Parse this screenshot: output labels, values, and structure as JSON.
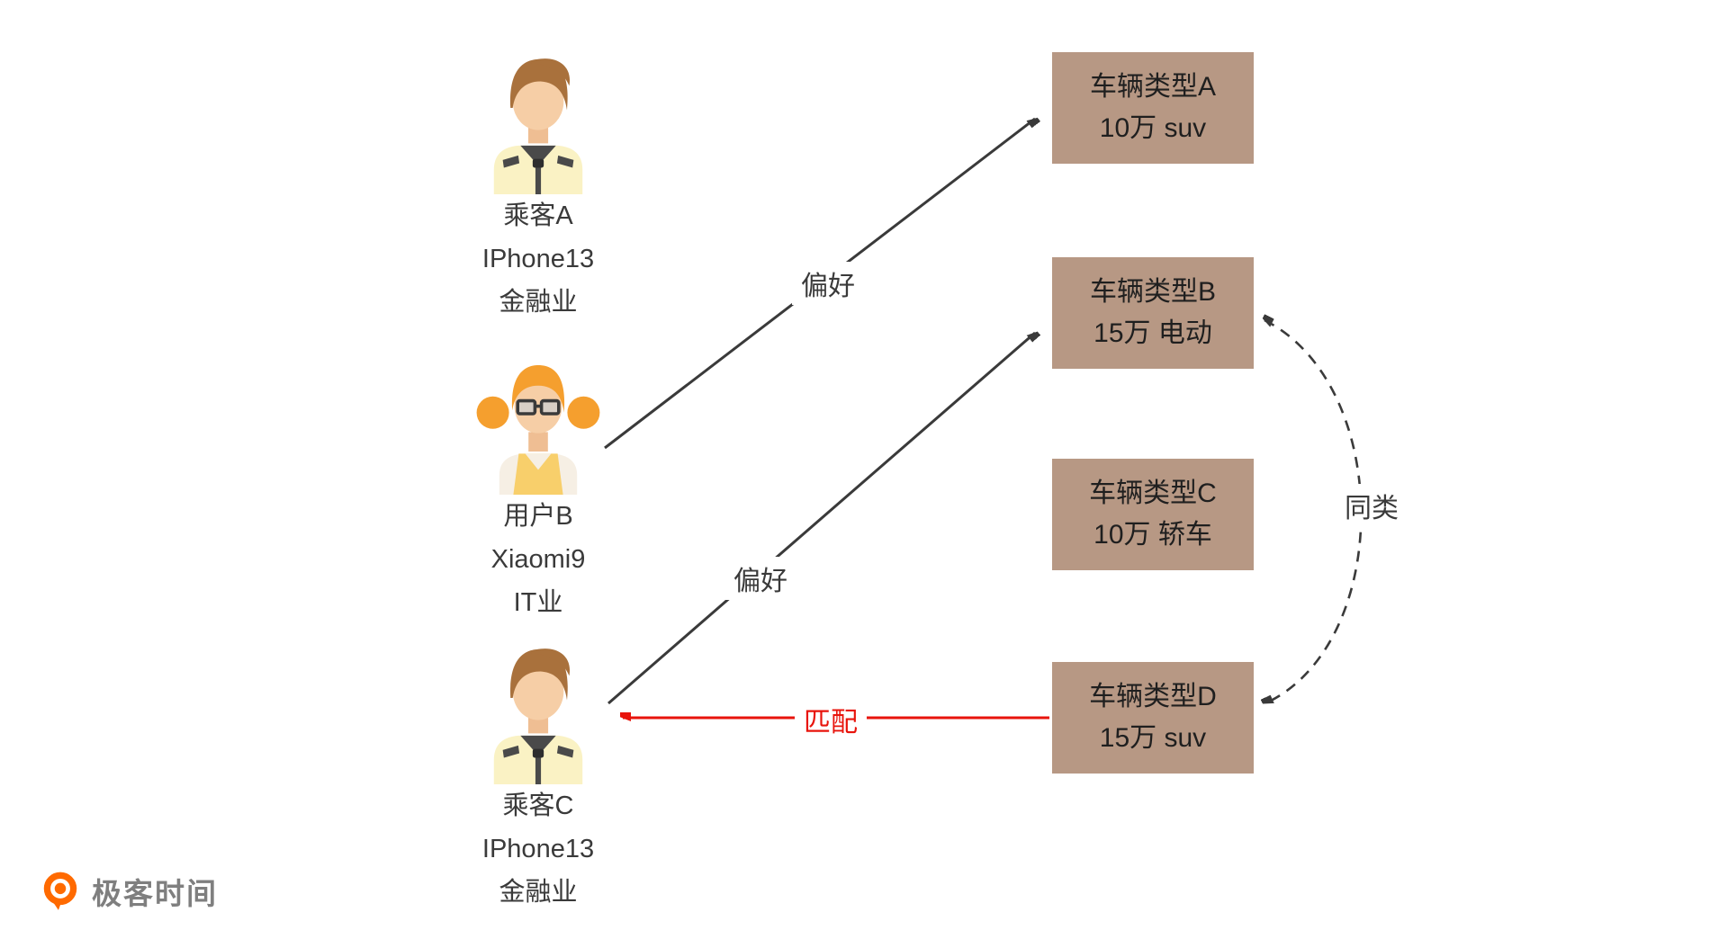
{
  "diagram": {
    "persons": [
      {
        "name": "乘客A",
        "device": "IPhone13",
        "industry": "金融业",
        "avatar": "male"
      },
      {
        "name": "用户B",
        "device": "Xiaomi9",
        "industry": "IT业",
        "avatar": "female"
      },
      {
        "name": "乘客C",
        "device": "IPhone13",
        "industry": "金融业",
        "avatar": "male"
      }
    ],
    "vehicles": [
      {
        "title": "车辆类型A",
        "detail": "10万 suv"
      },
      {
        "title": "车辆类型B",
        "detail": "15万 电动"
      },
      {
        "title": "车辆类型C",
        "detail": "10万 轿车"
      },
      {
        "title": "车辆类型D",
        "detail": "15万 suv"
      }
    ],
    "labels": {
      "preference": "偏好",
      "match": "匹配",
      "same_type": "同类"
    }
  },
  "logo": {
    "text": "极客时间"
  },
  "colors": {
    "vehicle_box_bg": "#b79884",
    "arrow": "#3a3a3a",
    "match_arrow": "#e8140c",
    "logo_orange": "#ff6a00",
    "hair_male": "#a9713c",
    "hair_female": "#f59f2e"
  }
}
